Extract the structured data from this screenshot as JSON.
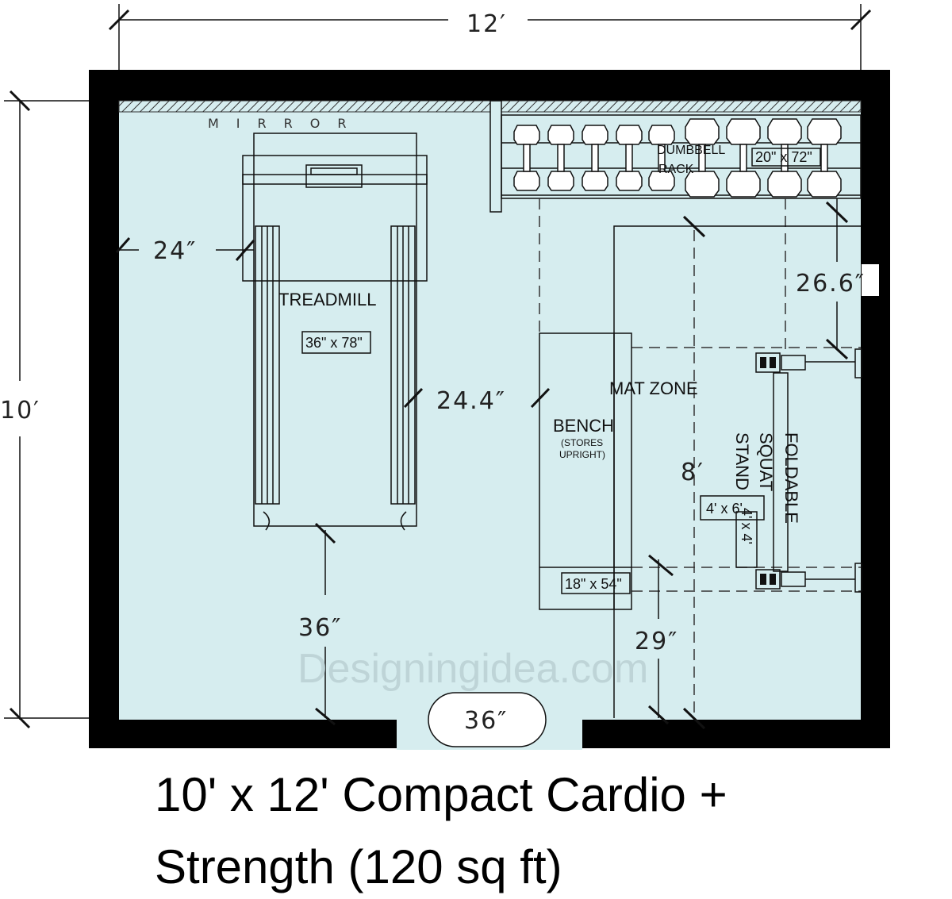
{
  "dimensions": {
    "width": "12′",
    "height": "10′",
    "treadmill_left_clearance": "24″",
    "treadmill_bench_gap": "24.4″",
    "treadmill_front_clearance": "36″",
    "door_width": "36″",
    "rack_clearance": "26.6″",
    "mat_length": "8′",
    "bench_clearance": "29″"
  },
  "labels": {
    "mirror": "MIRROR",
    "treadmill": "TREADMILL",
    "treadmill_size": "36\" x 78\"",
    "bench": "BENCH",
    "bench_note_1": "(STORES",
    "bench_note_2": "UPRIGHT)",
    "bench_size": "18\" x 54\"",
    "mat_zone": "MAT ZONE",
    "mat_size": "4' x 6'",
    "dumbbell_rack_1": "DUMBBELL",
    "dumbbell_rack_2": "RACK",
    "rack_size": "20\" x 72\"",
    "squat_1": "FOLDABLE",
    "squat_2": "SQUAT",
    "squat_3": "STAND",
    "squat_size": "4' x 4'"
  },
  "watermark": "Designingidea.com",
  "title_line1": "10' x 12' Compact Cardio +",
  "title_line2": "Strength (120 sq ft)",
  "colors": {
    "floor": "#d6edef",
    "wall": "#000000"
  }
}
